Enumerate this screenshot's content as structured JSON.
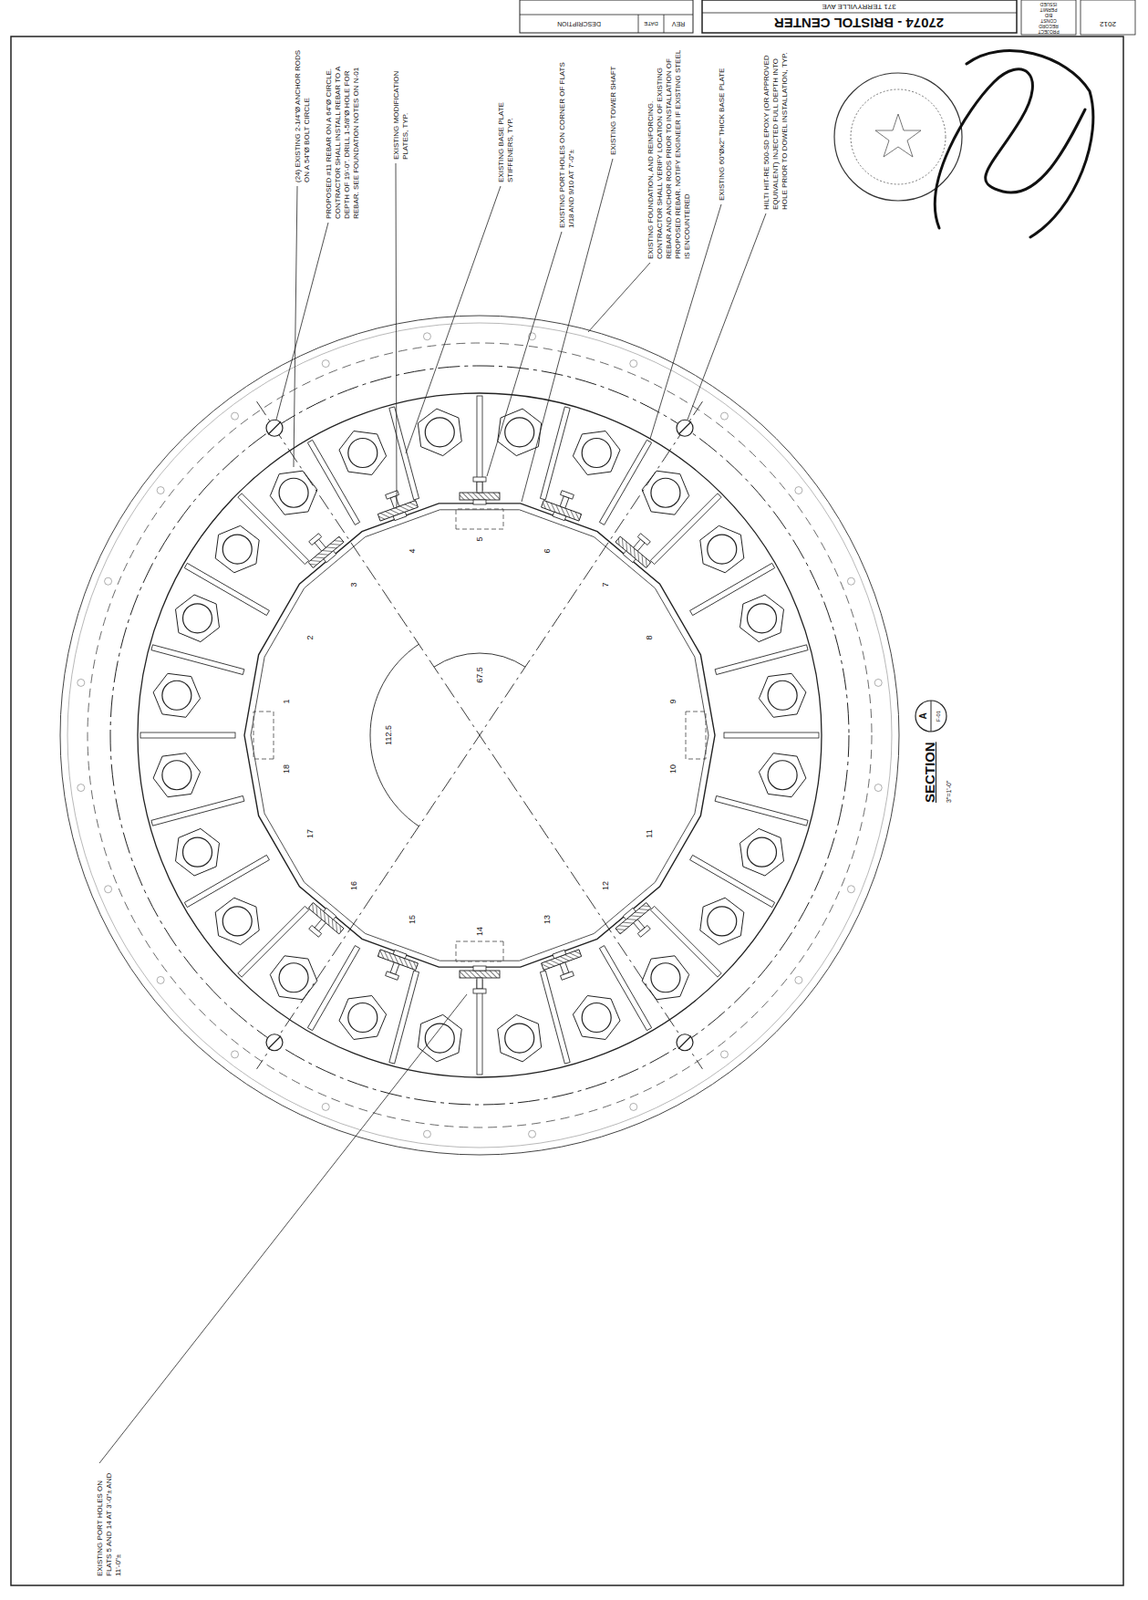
{
  "diagram": {
    "labels": [
      "(24) EXISTING 2-1/4\"Ø ANCHOR RODS ON A 54\"Ø BOLT CIRCLE",
      "PROPOSED #11 REBAR ON A 64\"Ø CIRCLE. CONTRACTOR SHALL INSTALL REBAR TO A DEPTH OF 19'-0\". DRILL 1-5/8\"Ø HOLE FOR REBAR. SEE FOUNDATION NOTES ON N-01",
      "EXISTING MODIFICATION PLATES, TYP.",
      "EXISTING BASE PLATE STIFFENERS, TYP.",
      "EXISTING PORT HOLES ON CORNER OF FLATS 1/18 AND 9/10 AT 7'-0\"±",
      "EXISTING TOWER SHAFT",
      "EXISTING FOUNDATION, AND REINFORCING. CONTRACTOR SHALL VERIFY LOCATION OF EXISTING REBAR AND ANCHOR RODS PRIOR TO INSTALLATION OF PROPOSED REBAR. NOTIFY ENGINEER IF EXISTING STEEL IS ENCOUNTERED",
      "EXISTING 60\"Øx2\" THICK BASE PLATE",
      "HILTI HIT-RE 500-SD EPOXY (OR APPROVED EQUIVALENT) INJECTED FULL DEPTH INTO HOLE PRIOR TO DOWEL INSTALLATION, TYP.",
      "EXISTING PORT HOLES ON FLATS 5 AND 14 AT 3'-0\"± AND 11'-0\"±",
      "112.5",
      "67.5",
      "1",
      "2",
      "3",
      "4",
      "5",
      "6",
      "7",
      "8",
      "9",
      "10",
      "11",
      "12",
      "13",
      "14",
      "15",
      "16",
      "17",
      "18",
      "SECTION",
      "A",
      "F-01",
      "3\"=1'-0\"",
      "27074 - BRISTOL CENTER",
      "371 TERRYVILLE AVE",
      "REV",
      "DATE",
      "DESCRIPTION",
      "ISSUED",
      "PERMIT",
      "BID",
      "CONST",
      "RECORD",
      "PROJECT",
      "2012"
    ]
  }
}
